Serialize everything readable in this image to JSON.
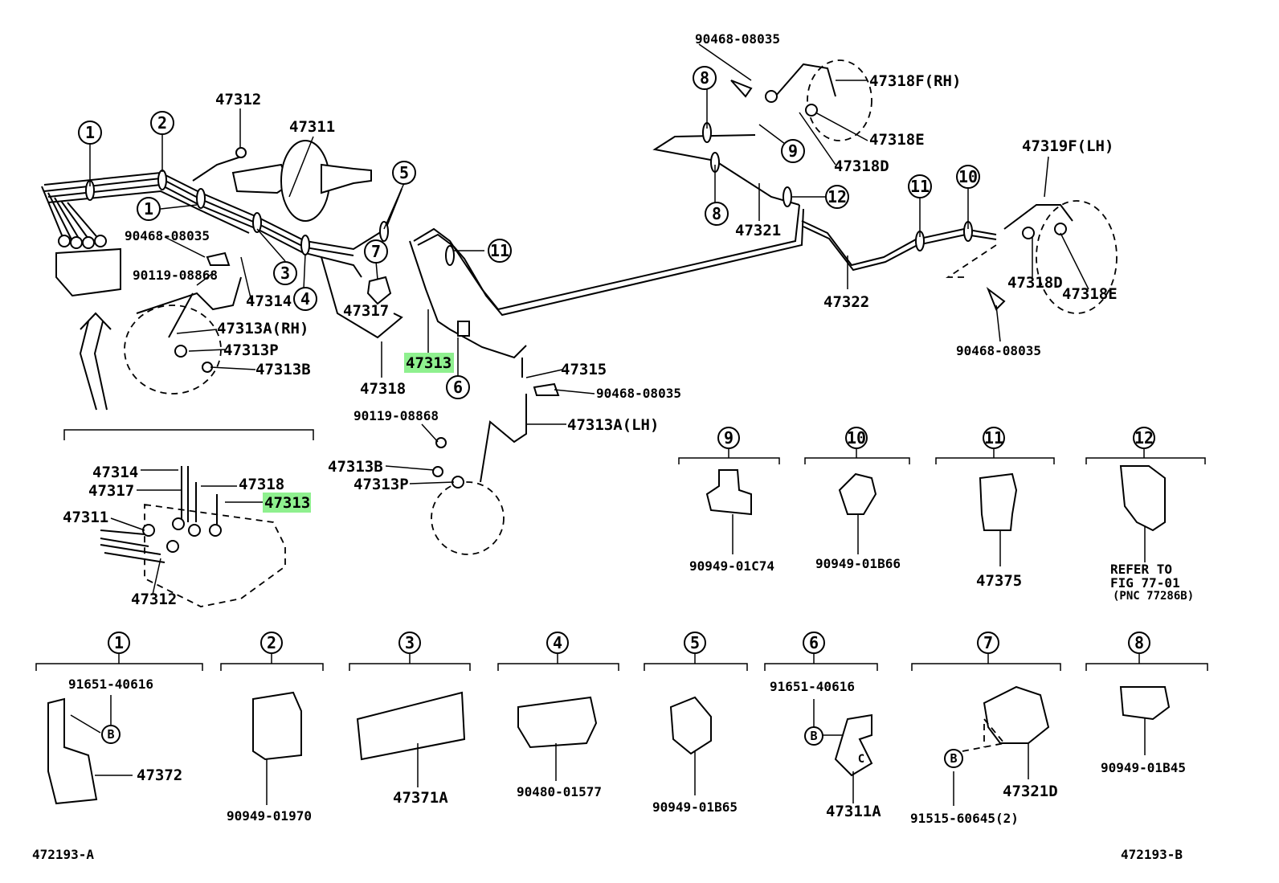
{
  "labels": {
    "p90468_top": "90468-08035",
    "p47318F": "47318F(RH)",
    "p47318E_top": "47318E",
    "p47318D_top": "47318D",
    "p47319F": "47319F(LH)",
    "p47312": "47312",
    "p47311": "47311",
    "p90468_left": "90468-08035",
    "p90119_left": "90119-08868",
    "p47314": "47314",
    "p47313A_rh": "47313A(RH)",
    "p47313P_left": "47313P",
    "p47313B_left": "47313B",
    "p47317": "47317",
    "p47318_mid": "47318",
    "p47313_hl": "47313",
    "p47315": "47315",
    "p90468_mid": "90468-08035",
    "p90119_mid": "90119-08868",
    "p47313A_lh": "47313A(LH)",
    "p47313B_mid": "47313B",
    "p47313P_mid": "47313P",
    "p47321": "47321",
    "p47322": "47322",
    "p47318D_right": "47318D",
    "p47318E_right": "47318E",
    "p90468_right": "90468-08035",
    "d_47314": "47314",
    "d_47317": "47317",
    "d_47318": "47318",
    "d_47313": "47313",
    "d_47311": "47311",
    "d_47312": "47312"
  },
  "callouts": [
    "1",
    "2",
    "3",
    "4",
    "5",
    "6",
    "7",
    "8",
    "9",
    "10",
    "11",
    "12"
  ],
  "clips_mid": [
    {
      "num": "9",
      "part": "90949-01C74"
    },
    {
      "num": "10",
      "part": "90949-01B66"
    },
    {
      "num": "11",
      "part": "47375"
    },
    {
      "num": "12",
      "part": "REFER TO",
      "note1": "FIG 77-01",
      "note2": "(PNC 77286B)"
    }
  ],
  "clips_bottom": [
    {
      "num": "1",
      "part": "47372",
      "bolt": "91651-40616",
      "b": "B"
    },
    {
      "num": "2",
      "part": "90949-01970"
    },
    {
      "num": "3",
      "part": "47371A"
    },
    {
      "num": "4",
      "part": "90480-01577"
    },
    {
      "num": "5",
      "part": "90949-01B65"
    },
    {
      "num": "6",
      "part": "47311A",
      "bolt": "91651-40616",
      "b": "B",
      "c": "C"
    },
    {
      "num": "7",
      "part": "47321D",
      "bolt": "91515-60645(2)",
      "b": "B"
    },
    {
      "num": "8",
      "part": "90949-01B45"
    }
  ],
  "footer": {
    "left": "472193-A",
    "right": "472193-B"
  },
  "colors": {
    "highlight": "#8ff08f",
    "ink": "#000000"
  }
}
